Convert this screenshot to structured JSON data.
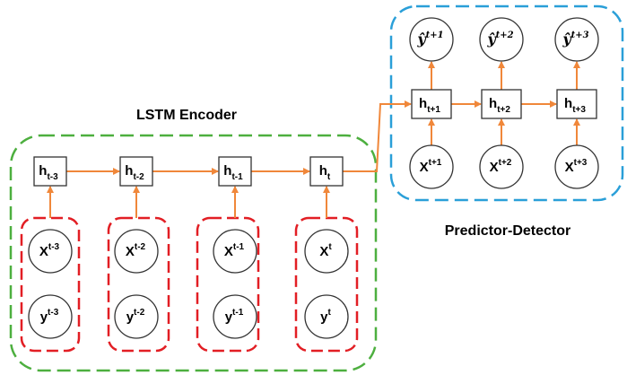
{
  "titles": {
    "encoder": "LSTM Encoder",
    "predictor": "Predictor-Detector"
  },
  "colors": {
    "encoder_frame": "#4daf3f",
    "input_frame": "#e21e24",
    "predictor_frame": "#2a9fd8",
    "arrow": "#f0873a",
    "stroke": "#333333"
  },
  "encoder_states": [
    {
      "base": "h",
      "sub": "t-3"
    },
    {
      "base": "h",
      "sub": "t-2"
    },
    {
      "base": "h",
      "sub": "t-1"
    },
    {
      "base": "h",
      "sub": "t"
    }
  ],
  "encoder_inputs": [
    {
      "x_base": "X",
      "x_sup": "t-3",
      "y_base": "y",
      "y_sup": "t-3"
    },
    {
      "x_base": "X",
      "x_sup": "t-2",
      "y_base": "y",
      "y_sup": "t-2"
    },
    {
      "x_base": "X",
      "x_sup": "t-1",
      "y_base": "y",
      "y_sup": "t-1"
    },
    {
      "x_base": "X",
      "x_sup": "t",
      "y_base": "y",
      "y_sup": "t"
    }
  ],
  "predictor_states": [
    {
      "base": "h",
      "sub": "t+1"
    },
    {
      "base": "h",
      "sub": "t+2"
    },
    {
      "base": "h",
      "sub": "t+3"
    }
  ],
  "predictor_inputs": [
    {
      "base": "X",
      "sup": "t+1"
    },
    {
      "base": "X",
      "sup": "t+2"
    },
    {
      "base": "X",
      "sup": "t+3"
    }
  ],
  "predictor_outputs": [
    {
      "base": "ŷ",
      "sup": "t+1"
    },
    {
      "base": "ŷ",
      "sup": "t+2"
    },
    {
      "base": "ŷ",
      "sup": "t+3"
    }
  ]
}
